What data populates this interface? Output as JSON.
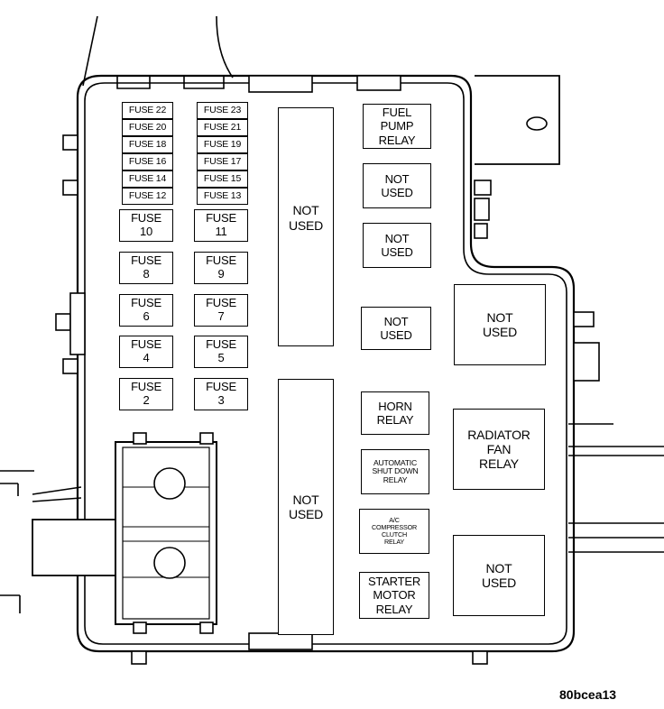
{
  "small_fuses": [
    "FUSE 22",
    "FUSE 23",
    "FUSE 20",
    "FUSE 21",
    "FUSE 18",
    "FUSE 19",
    "FUSE 16",
    "FUSE 17",
    "FUSE 14",
    "FUSE 15",
    "FUSE 12",
    "FUSE 13"
  ],
  "large_fuses": [
    "FUSE\n10",
    "FUSE\n11",
    "FUSE\n8",
    "FUSE\n9",
    "FUSE\n6",
    "FUSE\n7",
    "FUSE\n4",
    "FUSE\n5",
    "FUSE\n2",
    "FUSE\n3"
  ],
  "not_used_label": "NOT\nUSED",
  "relays": {
    "fuel_pump": "FUEL\nPUMP\nRELAY",
    "horn": "HORN\nRELAY",
    "asd": "AUTOMATIC\nSHUT DOWN\nRELAY",
    "ac_clutch": "A/C\nCOMPRESSOR\nCLUTCH\nRELAY",
    "starter": "STARTER\nMOTOR\nRELAY",
    "radiator_fan": "RADIATOR\nFAN\nRELAY"
  },
  "figure_code": "80bcea13",
  "colors": {
    "ink": "#000000",
    "paper": "#ffffff"
  }
}
